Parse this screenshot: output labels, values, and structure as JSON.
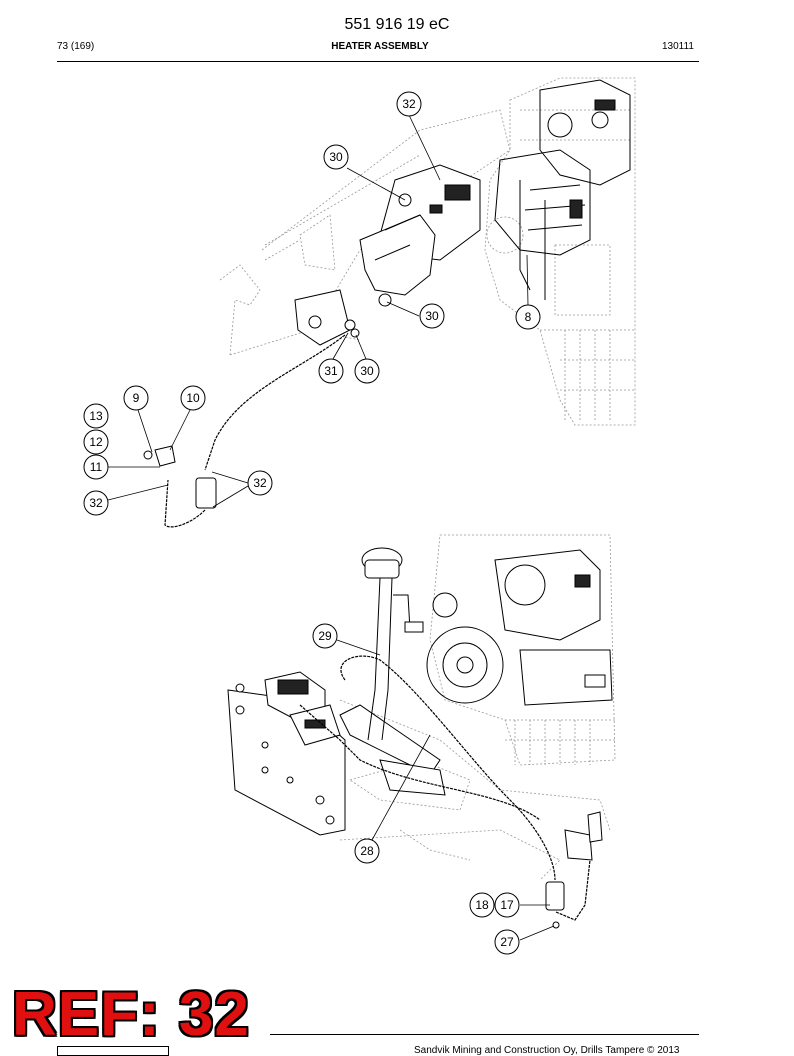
{
  "header": {
    "doc_number": "551 916 19 eC",
    "page_count": "73 (169)",
    "section_title": "HEATER ASSEMBLY",
    "rev_date": "130111"
  },
  "callouts": {
    "c32a": "32",
    "c30a": "30",
    "c30b": "30",
    "c8": "8",
    "c31": "31",
    "c30c": "30",
    "c9": "9",
    "c10": "10",
    "c13": "13",
    "c12": "12",
    "c11": "11",
    "c32b": "32",
    "c32c": "32",
    "c29": "29",
    "c28": "28",
    "c18": "18",
    "c17": "17",
    "c27": "27"
  },
  "stamp": {
    "text": "REF: 32",
    "color": "#e01010"
  },
  "footer": {
    "copyright": "Sandvik Mining and Construction Oy, Drills Tampere © 2013"
  }
}
